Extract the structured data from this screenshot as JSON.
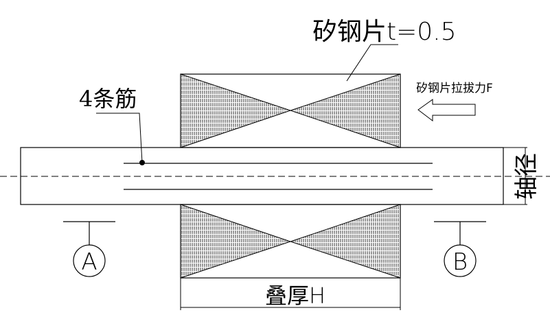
{
  "labels": {
    "sheet_thickness": "矽钢片t=0.5",
    "pullout_force": "矽钢片拉拔力F",
    "ribs": "4条筋",
    "shaft_diameter": "轴径",
    "stack_height": "叠厚H",
    "section_a": "A",
    "section_b": "B"
  },
  "colors": {
    "line": "#000000",
    "background": "#ffffff"
  }
}
